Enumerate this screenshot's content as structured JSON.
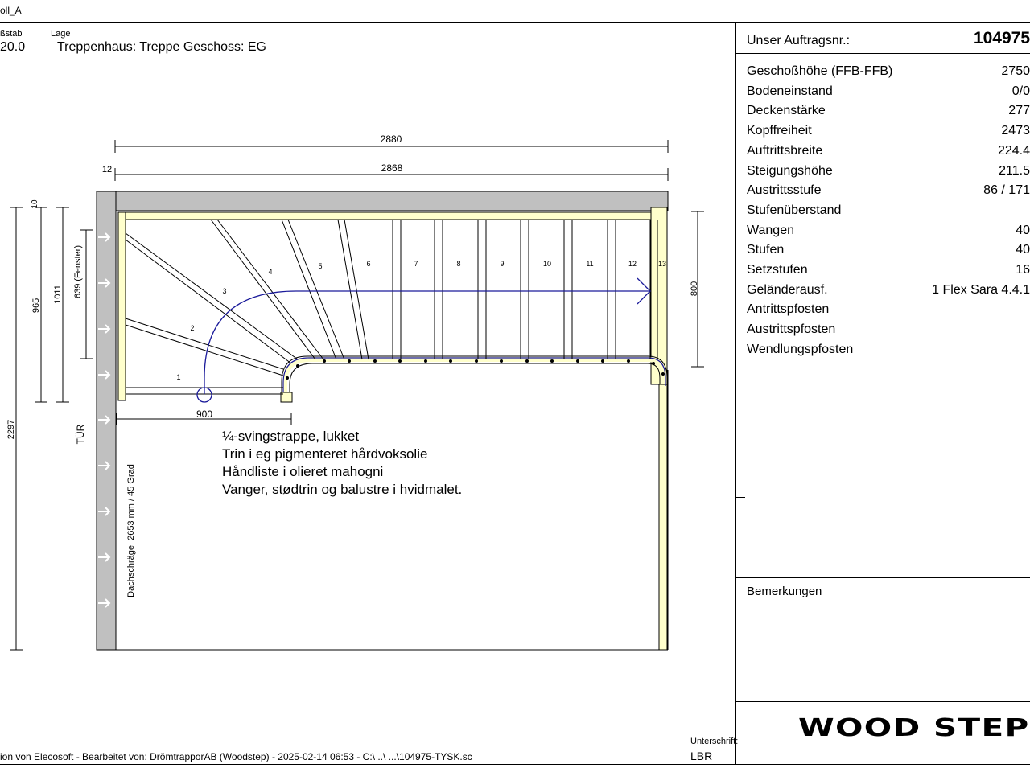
{
  "header": {
    "title_fragment": "oll_A",
    "scale_label": "ßstab",
    "scale_value": "20.0",
    "location_label": "Lage",
    "location_value": "Treppenhaus: Treppe  Geschoss: EG"
  },
  "drawing": {
    "dim_total": "2880",
    "dim_inner": "2868",
    "dim_offset": "12",
    "dim_right": "800",
    "dim_10": "10",
    "dim_965": "965",
    "dim_1011": "1011",
    "dim_window": "639 (Fenster)",
    "dim_2297": "2297",
    "door_label": "TÜR",
    "dim_900": "900",
    "roof_slope": "Dachschräge: 2653 mm / 45 Grad",
    "step_numbers": [
      "1",
      "2",
      "3",
      "4",
      "5",
      "6",
      "7",
      "8",
      "9",
      "10",
      "11",
      "12",
      "13"
    ]
  },
  "notes": [
    "¼-svingstrappe, lukket",
    "Trin i eg pigmenteret hårdvoksolie",
    "Håndliste i olieret mahogni",
    "Vanger, stødtrin og balustre i hvidmalet."
  ],
  "panel": {
    "order_label": "Unser Auftragsnr.:",
    "order_value": "104975",
    "specs": [
      {
        "label": "Geschoßhöhe (FFB-FFB)",
        "value": "2750"
      },
      {
        "label": "Bodeneinstand",
        "value": "0/0"
      },
      {
        "label": "Deckenstärke",
        "value": "277"
      },
      {
        "label": "Kopffreiheit",
        "value": "2473"
      },
      {
        "label": "Auftrittsbreite",
        "value": "224.4"
      },
      {
        "label": "Steigungshöhe",
        "value": "211.5"
      },
      {
        "label": "Austrittsstufe",
        "value": "86 / 171"
      },
      {
        "label": "Stufenüberstand",
        "value": ""
      },
      {
        "label": "Wangen",
        "value": "40"
      },
      {
        "label": "Stufen",
        "value": "40"
      },
      {
        "label": "Setzstufen",
        "value": "16"
      },
      {
        "label": "Geländerausf.",
        "value": "1 Flex Sara 4.4.1"
      },
      {
        "label": "Antrittspfosten",
        "value": ""
      },
      {
        "label": "Austrittspfosten",
        "value": ""
      },
      {
        "label": "Wendlungspfosten",
        "value": ""
      }
    ],
    "remarks_label": "Bemerkungen",
    "signature_label": "Unterschrift:",
    "signature_value": "LBR",
    "logo_text": "WOOD STEP"
  },
  "footer": {
    "text": "ion von Elecosoft - Bearbeitet von: DrömtrapporAB (Woodstep)   - 2025-02-14 06:53 - C:\\ ..\\ ...\\104975-TYSK.sc"
  },
  "colors": {
    "wall": "#c0c0c0",
    "stringer": "#ffffcc",
    "walkline": "#1a1a9a"
  }
}
